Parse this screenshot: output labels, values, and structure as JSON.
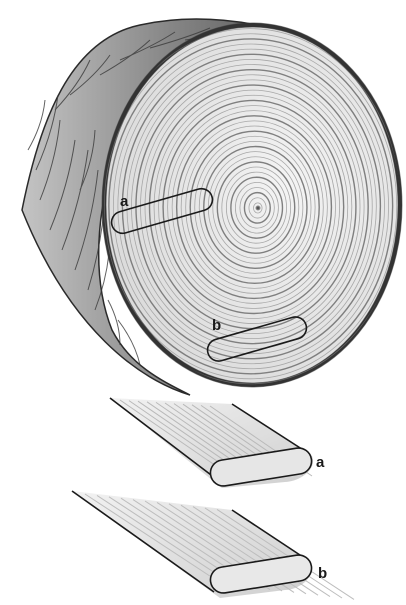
{
  "labels": {
    "log_a": "a",
    "log_b": "b",
    "plank_a": "a",
    "plank_b": "b"
  },
  "colors": {
    "ink": "#1a1a1a",
    "bark_dark": "#3a3a3a",
    "bark_mid": "#7a7a7a",
    "bark_light": "#b5b5b5",
    "wood_face": "#e9e9e9",
    "ring": "#9a9a9a",
    "grain": "#c8c8c8"
  }
}
